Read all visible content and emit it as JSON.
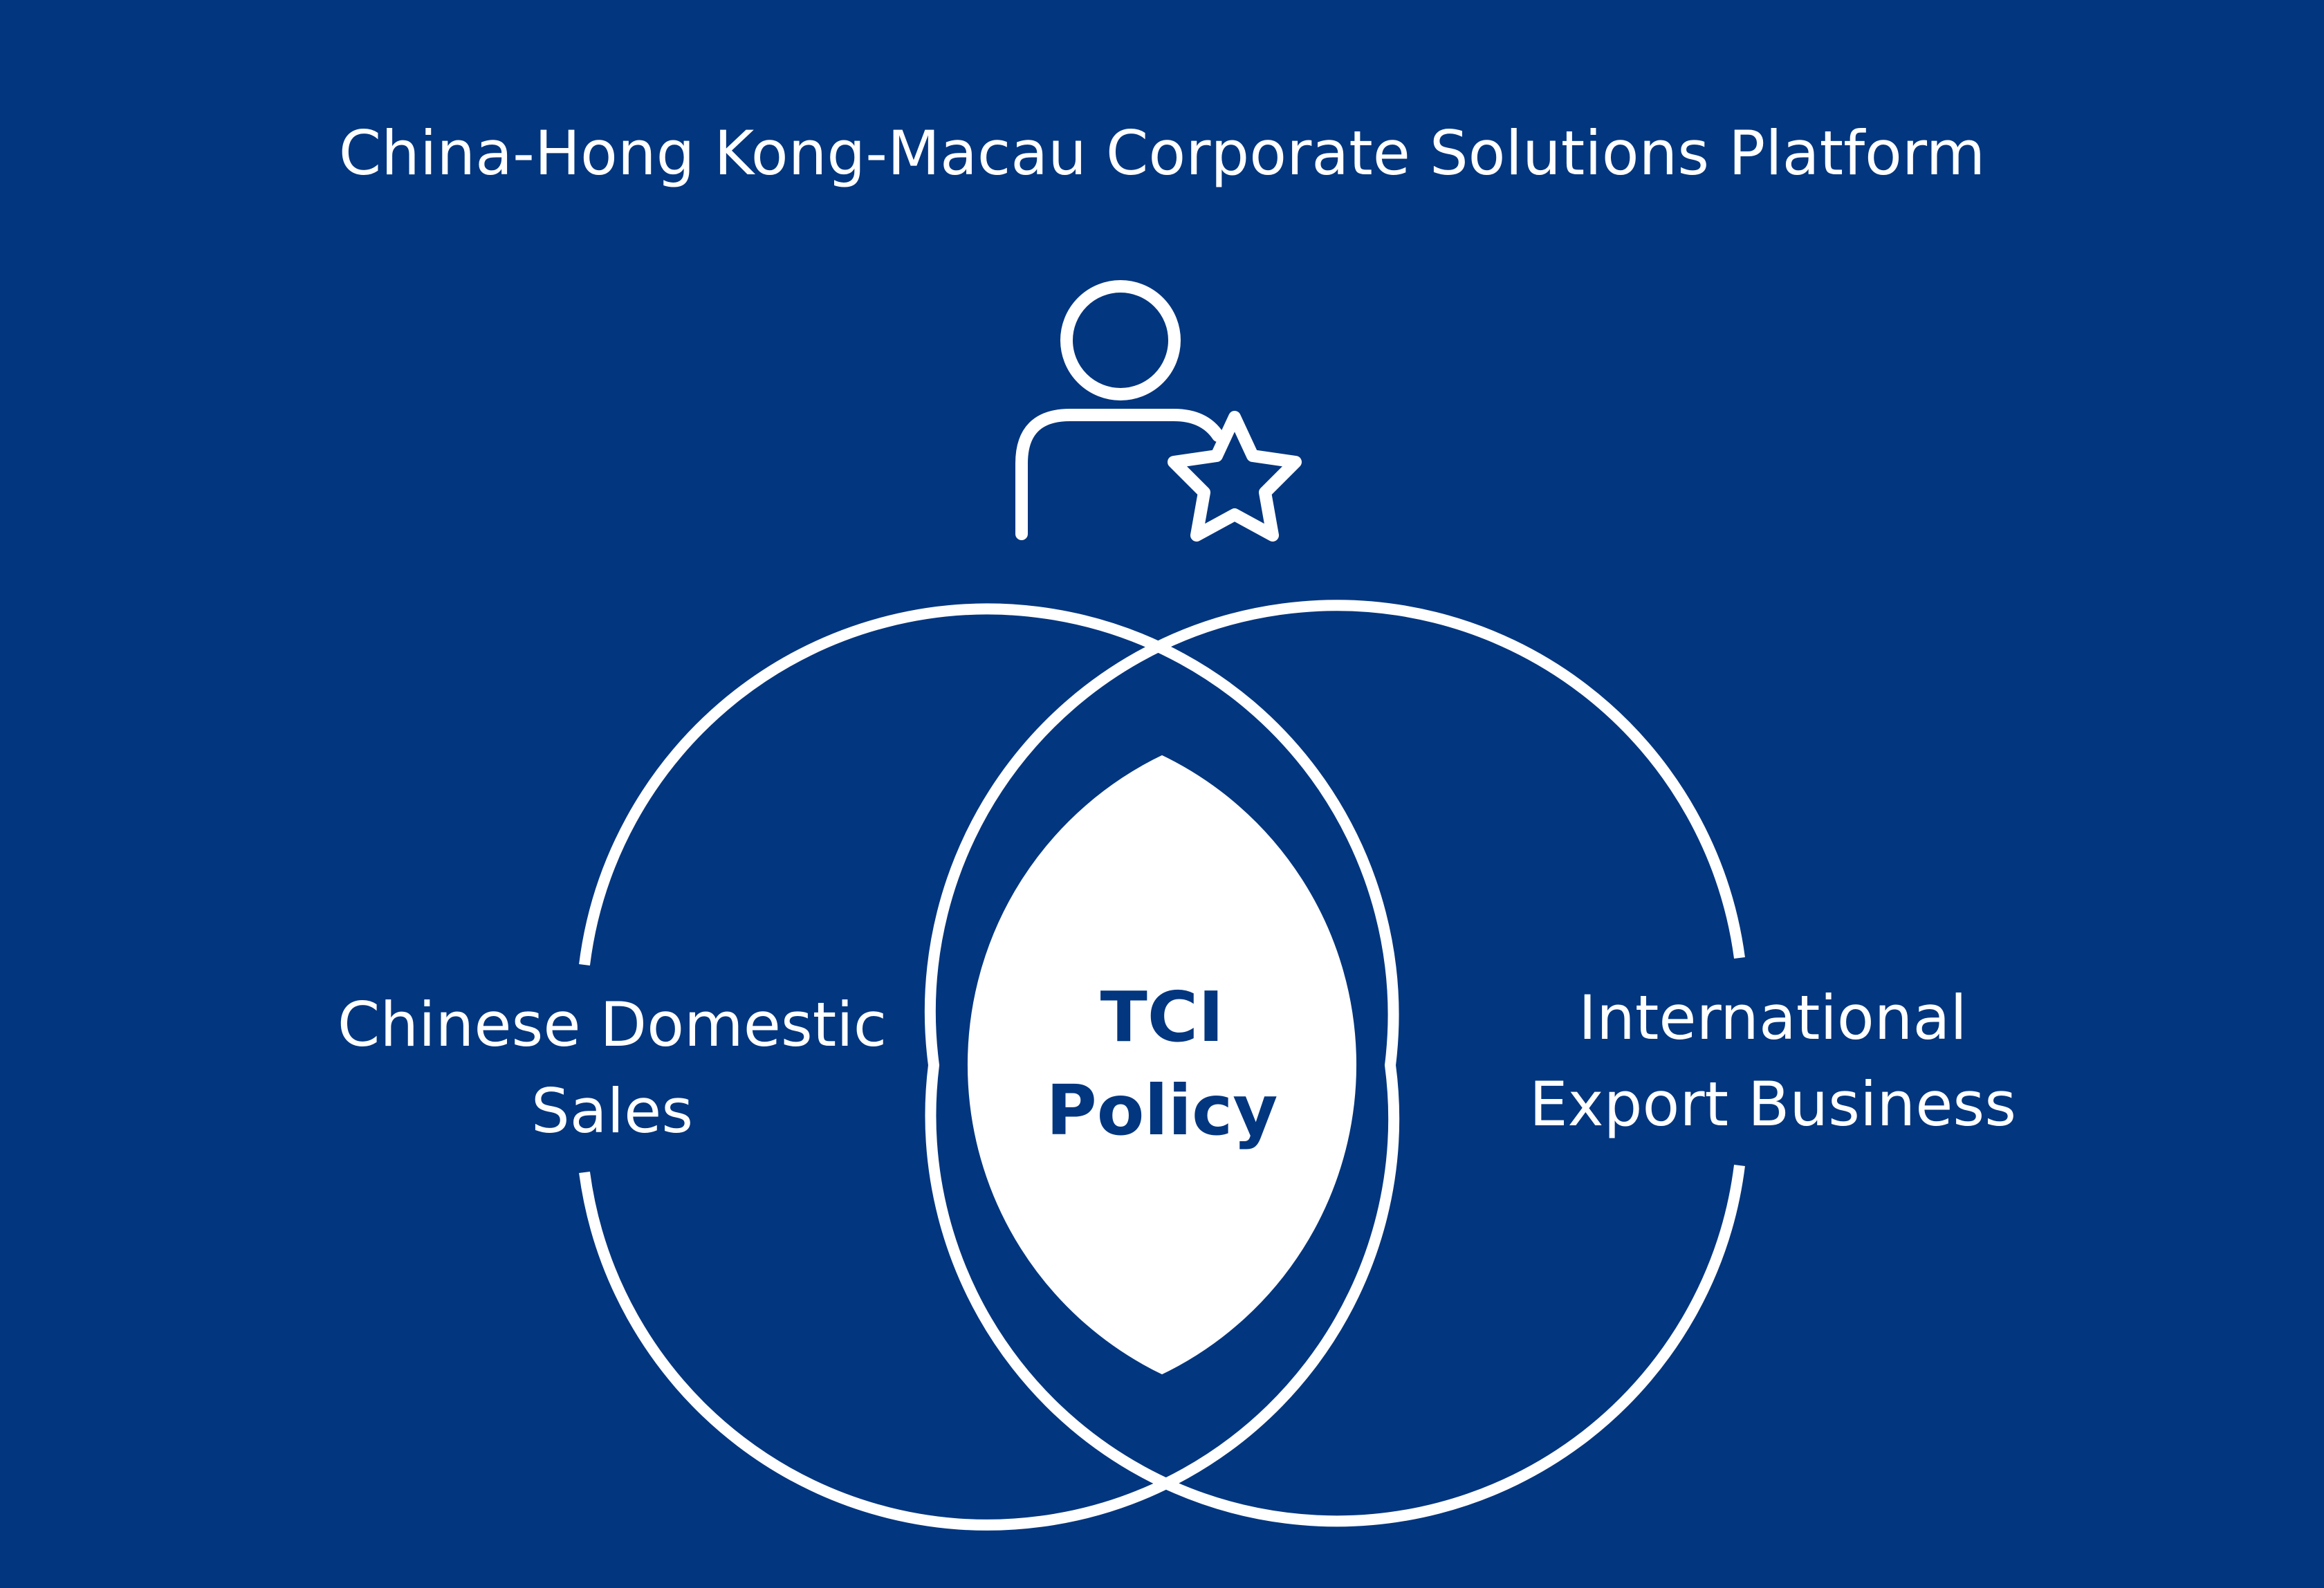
{
  "title": "China-Hong Kong-Macau Corporate Solutions Platform",
  "icon": "person-with-star-icon",
  "venn": {
    "left": {
      "line1": "Chinese Domestic",
      "line2": "Sales"
    },
    "right": {
      "line1": "International",
      "line2": "Export Business"
    },
    "intersection": {
      "line1": "TCI",
      "line2": "Policy"
    }
  },
  "colors": {
    "background": "#02367f",
    "foreground": "#ffffff"
  }
}
